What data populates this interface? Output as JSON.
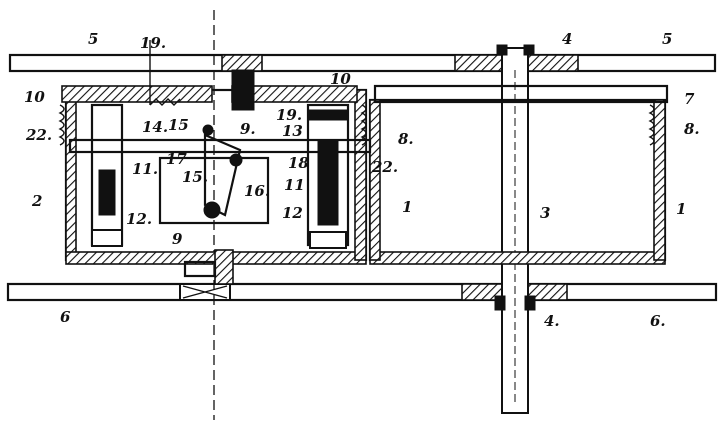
{
  "figure": {
    "labels": {
      "l1_left": "1",
      "l1_right": "1",
      "l2": "2",
      "l3": "3",
      "l4_top": "4",
      "l4_bottom": "4.",
      "l5_left": "5",
      "l5_right": "5",
      "l6_left": "6",
      "l6_right": "6.",
      "l7": "7",
      "l8_left": "8.",
      "l8_right": "8.",
      "l9_top": "9.",
      "l9_bottom": "9",
      "l10_left": "10",
      "l10_mid": "10",
      "l11_left": "11.",
      "l11_right": "11",
      "l12_left": "12.",
      "l12_right": "12",
      "l13": "13",
      "l14": "14.",
      "l15_top": "15",
      "l15_bottom": "15.",
      "l16": "16.",
      "l17": "17",
      "l18": "18",
      "l19_top": "19.",
      "l19_mid": "19.",
      "l22_left": "22.",
      "l22_right": "22."
    }
  }
}
